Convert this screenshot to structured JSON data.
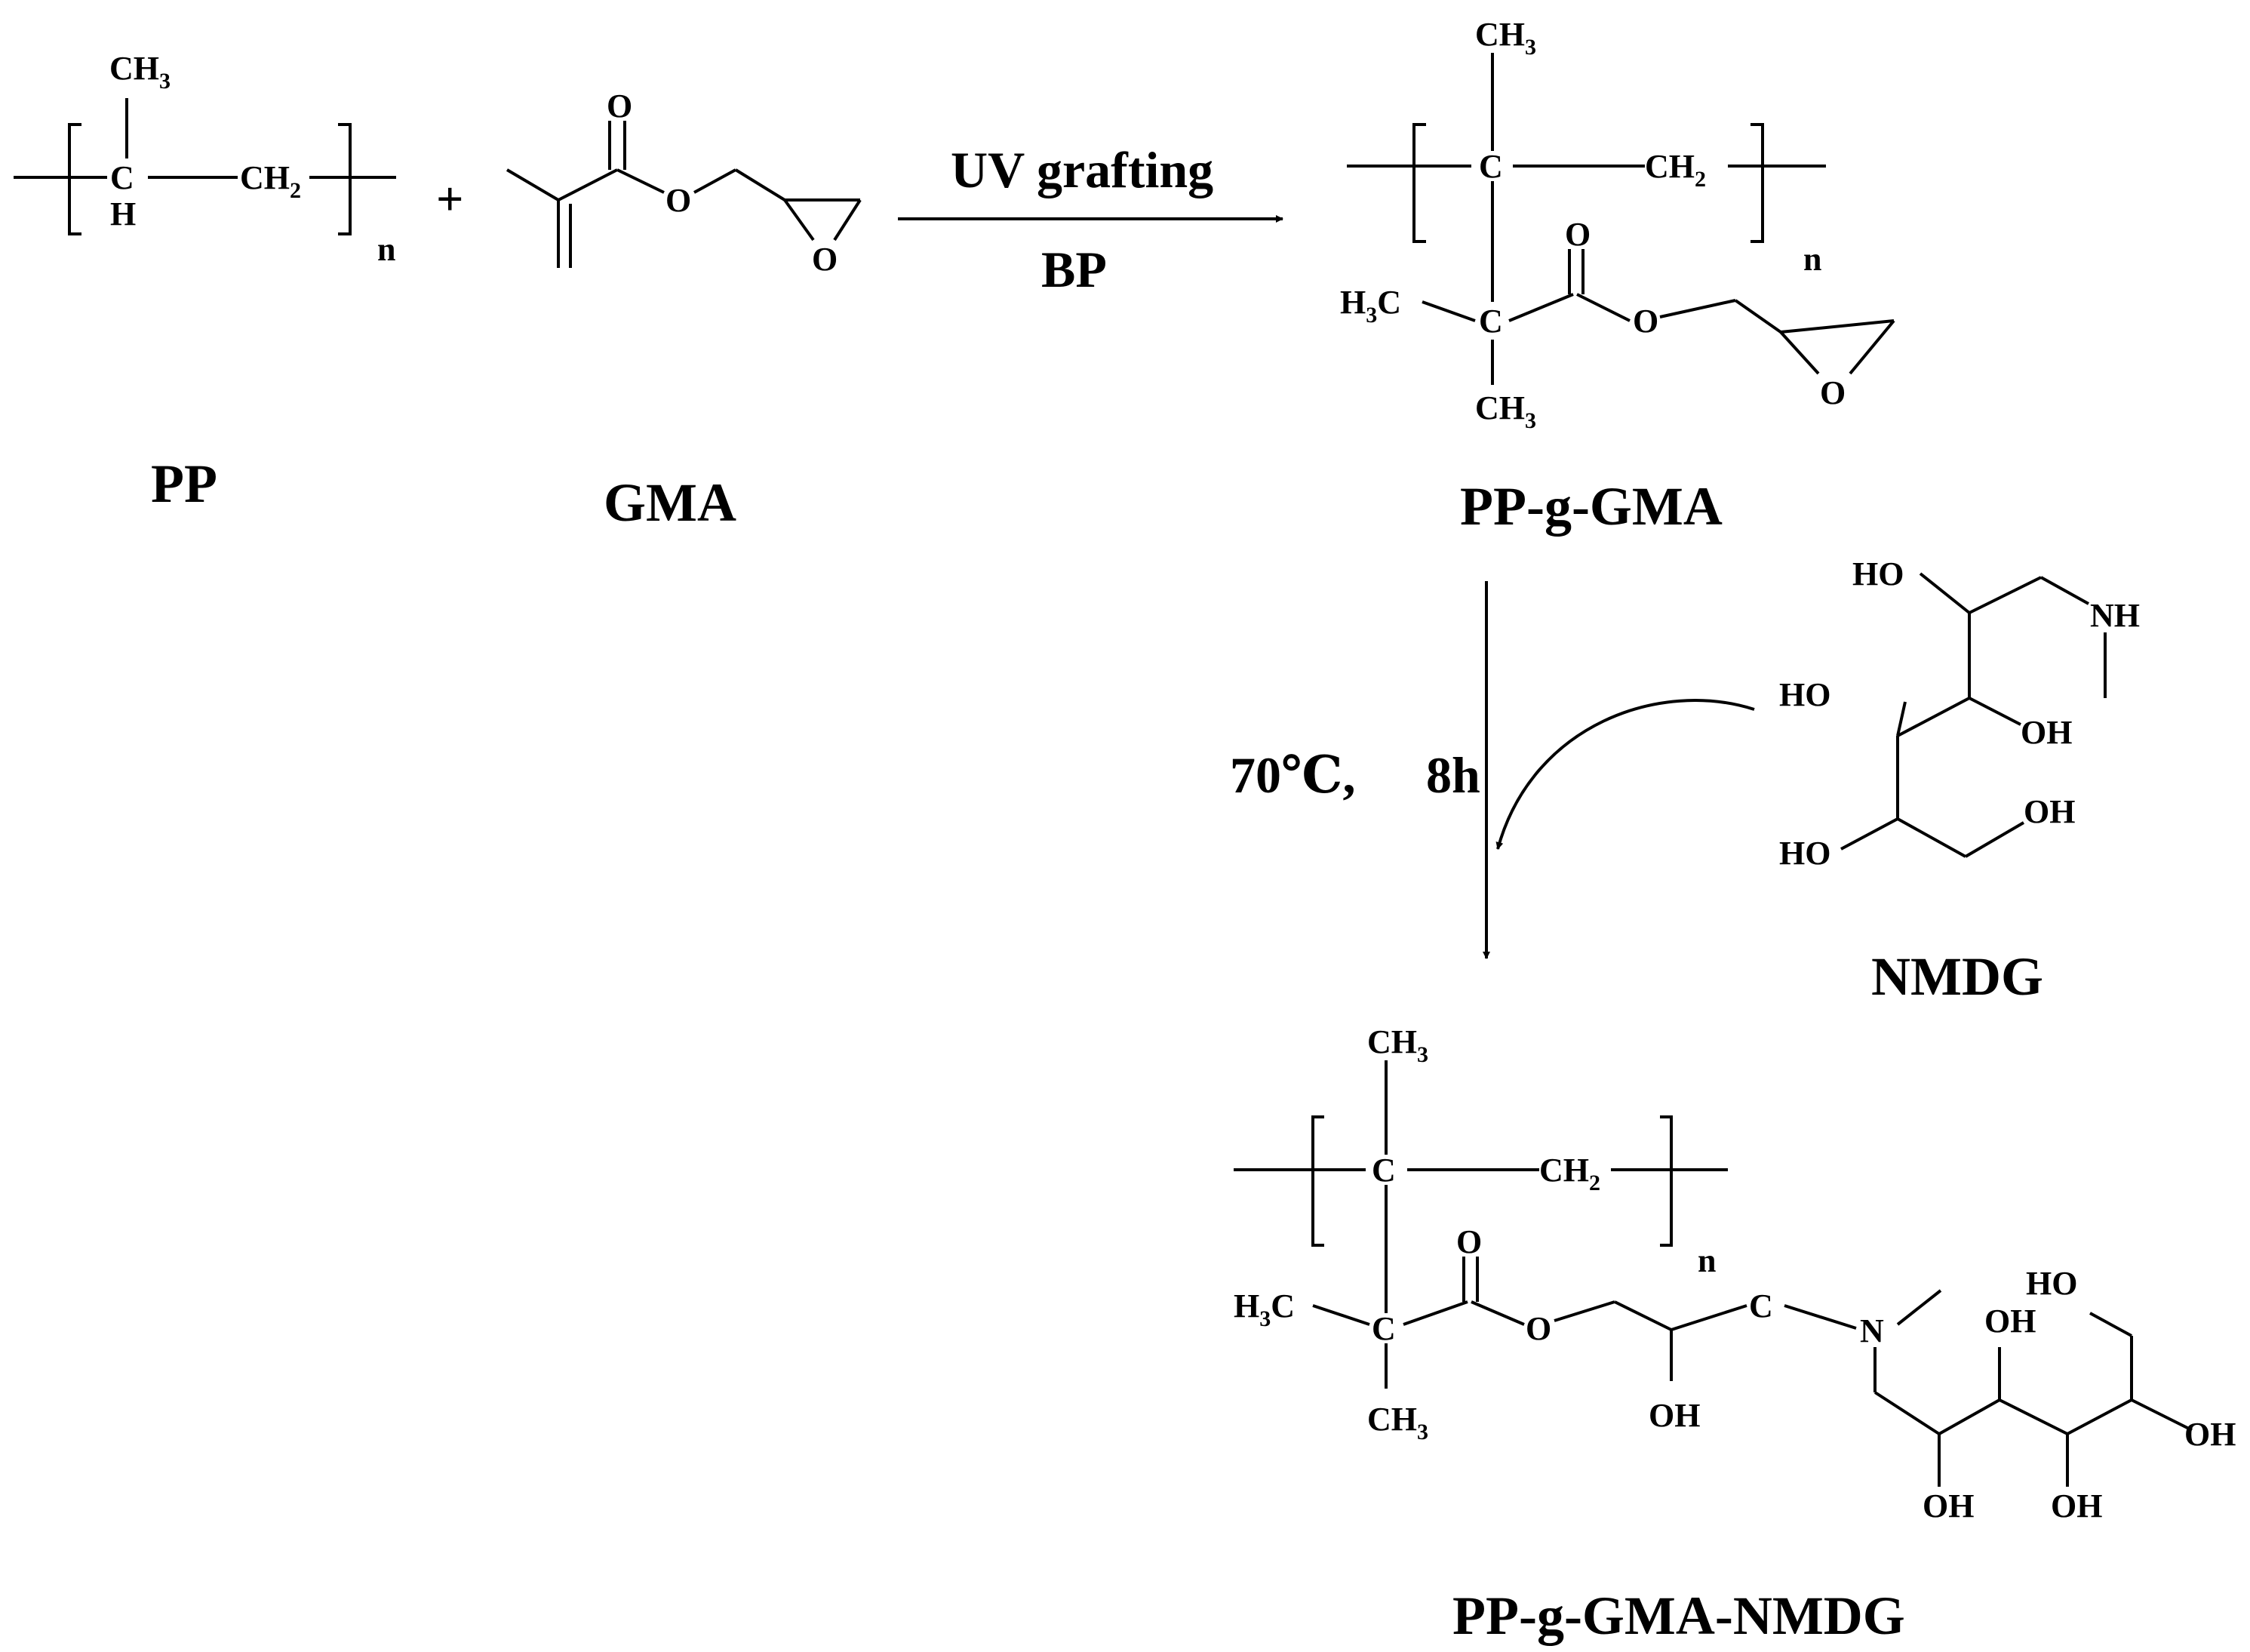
{
  "compounds": {
    "pp": "PP",
    "gma": "GMA",
    "pp_g_gma": "PP-g-GMA",
    "nmdg": "NMDG",
    "pp_g_gma_nmdg": "PP-g-GMA-NMDG"
  },
  "conditions": {
    "step1_above": "UV grafting",
    "step1_below": "BP",
    "step2_temperature": "70℃,",
    "step2_time": "8h"
  },
  "operator": "+",
  "atoms": {
    "C": "C",
    "H": "H",
    "O": "O",
    "N": "N",
    "NH": "NH",
    "OH": "OH",
    "HO": "HO",
    "CH": "CH",
    "H3C_H": "H",
    "H3C_C": "C",
    "sub_3": "3",
    "sub_2": "2",
    "n": "n"
  }
}
